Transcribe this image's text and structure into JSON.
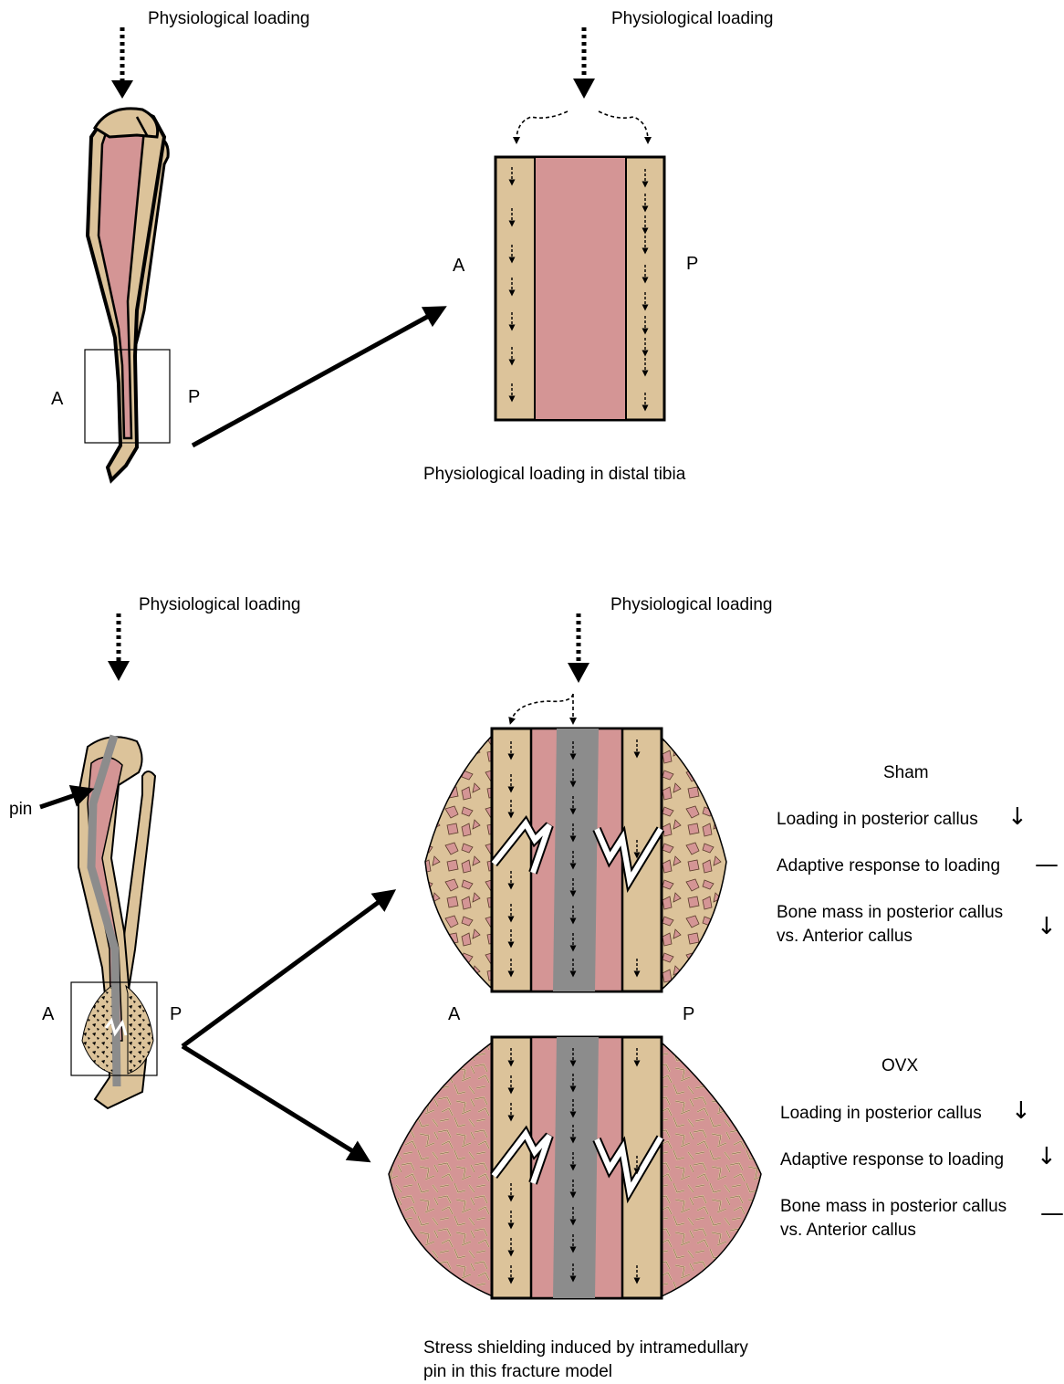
{
  "top_panel": {
    "leg_load_label": "Physiological loading",
    "detail_load_label": "Physiological loading",
    "leg_anterior": "A",
    "leg_posterior": "P",
    "detail_anterior": "A",
    "detail_posterior": "P",
    "caption": "Physiological loading in distal tibia"
  },
  "bottom_panel": {
    "leg_load_label": "Physiological loading",
    "detail_load_label": "Physiological loading",
    "pin_label": "pin",
    "leg_anterior": "A",
    "leg_posterior": "P",
    "detail_anterior": "A",
    "detail_posterior": "P",
    "caption_line1": "Stress shielding induced by intramedullary",
    "caption_line2": "pin in  this fracture model"
  },
  "sham": {
    "title": "Sham",
    "rows": [
      {
        "label": "Loading in posterior callus",
        "trend": "decrease"
      },
      {
        "label": "Adaptive response to loading",
        "trend": "no change"
      },
      {
        "label": "Bone mass in posterior callus",
        "label2": "vs. Anterior callus",
        "trend": "decrease"
      }
    ]
  },
  "ovx": {
    "title": "OVX",
    "rows": [
      {
        "label": "Loading in posterior callus",
        "trend": "decrease"
      },
      {
        "label": "Adaptive response to loading",
        "trend": "decrease"
      },
      {
        "label": "Bone mass in posterior callus",
        "label2": "vs. Anterior callus",
        "trend": "no change"
      }
    ]
  },
  "symbols": {
    "decrease": "↓",
    "no_change": "—"
  },
  "colors": {
    "cortex": "#dcc39a",
    "marrow": "#d49595",
    "pin": "#8c8c8c",
    "outline": "#000000",
    "fracture": "#ffffff"
  }
}
